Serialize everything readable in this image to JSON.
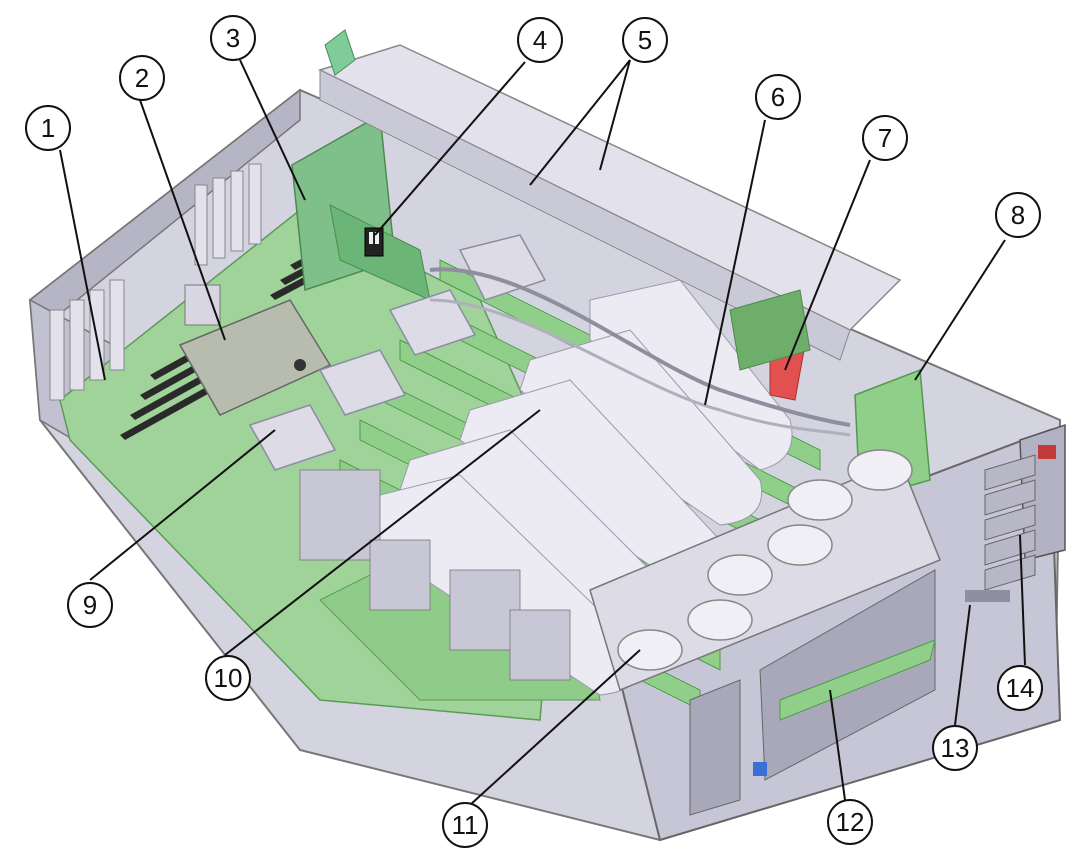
{
  "diagram": {
    "callouts": [
      {
        "id": 1,
        "label": "1"
      },
      {
        "id": 2,
        "label": "2"
      },
      {
        "id": 3,
        "label": "3"
      },
      {
        "id": 4,
        "label": "4"
      },
      {
        "id": 5,
        "label": "5"
      },
      {
        "id": 6,
        "label": "6"
      },
      {
        "id": 7,
        "label": "7"
      },
      {
        "id": 8,
        "label": "8"
      },
      {
        "id": 9,
        "label": "9"
      },
      {
        "id": 10,
        "label": "10"
      },
      {
        "id": 11,
        "label": "11"
      },
      {
        "id": 12,
        "label": "12"
      },
      {
        "id": 13,
        "label": "13"
      },
      {
        "id": 14,
        "label": "14"
      }
    ],
    "colors": {
      "chassis": "#c9c8d8",
      "chassis_dark": "#a6a5b8",
      "board": "#9fd39a",
      "board_dark": "#6fae6a",
      "heatsink": "#dcdbe6",
      "cable_red": "#e25050",
      "accent_blue": "#3a6fd8"
    }
  }
}
